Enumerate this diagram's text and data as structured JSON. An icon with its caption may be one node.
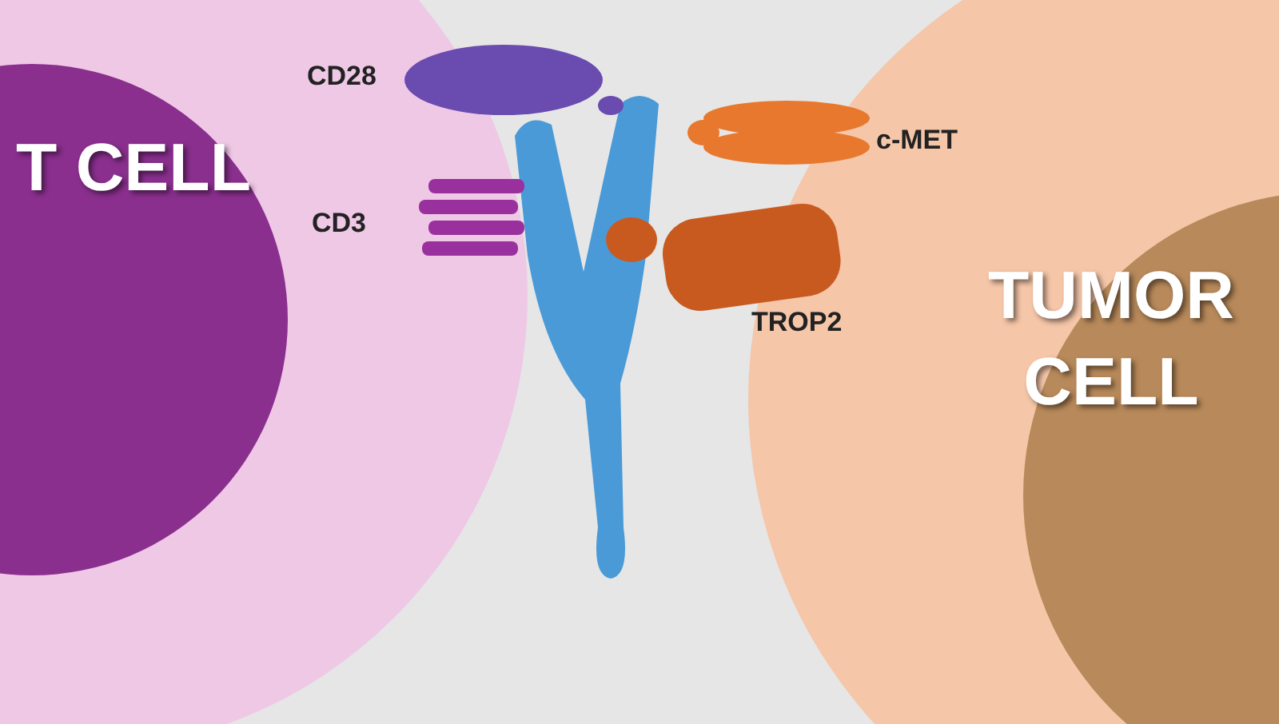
{
  "diagram": {
    "nodes": [
      {
        "text": [
          "T CELL"
        ]
      },
      {
        "text": [
          "TUMOR CELL"
        ]
      }
    ],
    "labels": [
      "CD28",
      "CD3",
      "c-MET",
      "TROP2"
    ]
  }
}
